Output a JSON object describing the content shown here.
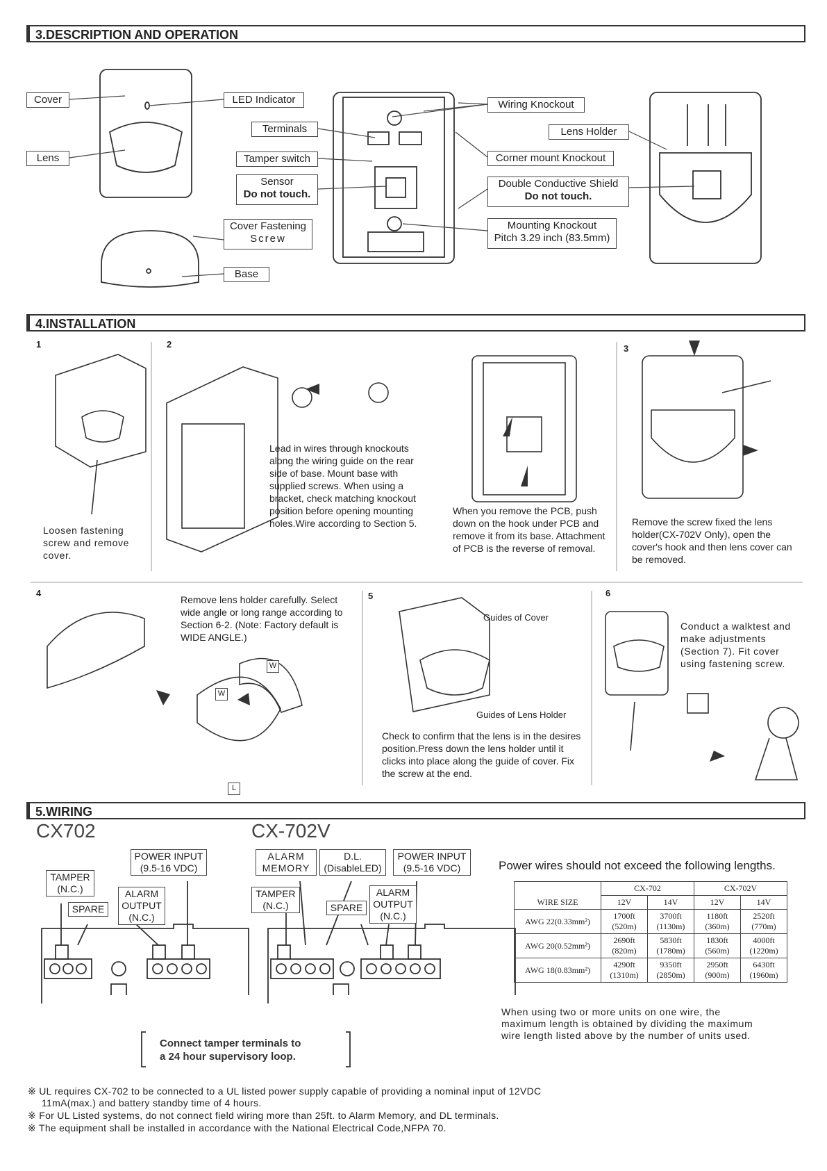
{
  "section3": {
    "title": "3.DESCRIPTION AND OPERATION",
    "labels": {
      "cover": "Cover",
      "lens": "Lens",
      "led": "LED Indicator",
      "terminals": "Terminals",
      "tamper": "Tamper switch",
      "sensor1": "Sensor",
      "sensor2": "Do not touch.",
      "fastening1": "Cover Fastening",
      "fastening2": "Screw",
      "base": "Base",
      "wiring_knockout": "Wiring Knockout",
      "lens_holder": "Lens Holder",
      "corner": "Corner mount Knockout",
      "shield1": "Double Conductive Shield",
      "shield2": "Do not touch.",
      "mount1": "Mounting Knockout",
      "mount2": "Pitch 3.29 inch (83.5mm)"
    }
  },
  "section4": {
    "title": "4.INSTALLATION",
    "steps": {
      "n1": "1",
      "n2": "2",
      "n3": "3",
      "n4": "4",
      "n5": "5",
      "n6": "6",
      "s1": "Loosen fastening screw and remove cover.",
      "s2": "Lead in wires through knockouts along the wiring guide on the rear side of base. Mount base with supplied screws. When using a bracket, check matching knockout position before opening mounting holes.Wire according to Section 5.",
      "s2b": "When you remove the PCB, push down on the hook under PCB and remove it from its base. Attachment of PCB is the reverse of removal.",
      "s3": "Remove the screw fixed the lens holder(CX-702V Only), open the cover's hook and then lens cover can be removed.",
      "s4": "Remove lens holder carefully. Select wide angle or long range according to Section 6-2. (Note: Factory default is WIDE ANGLE.)",
      "s5_guides_cover": "Guides of Cover",
      "s5_guides_lens": "Guides of Lens Holder",
      "s5": "Check to confirm that the lens is in the desires position.Press down the lens holder until it clicks into place along the guide of cover. Fix the screw at the end.",
      "s6": "Conduct a walktest and make adjustments (Section 7). Fit cover using fastening screw.",
      "w": "W",
      "l": "L"
    }
  },
  "section5": {
    "title": "5.WIRING",
    "model_a": "CX702",
    "model_b": "CX-702V",
    "a_power1": "POWER INPUT",
    "a_power2": "(9.5-16 VDC)",
    "a_tamper1": "TAMPER",
    "a_tamper2": "(N.C.)",
    "a_spare": "SPARE",
    "a_alarm1": "ALARM",
    "a_alarm2": "OUTPUT",
    "a_alarm3": "(N.C.)",
    "b_alarm_mem1": "ALARM",
    "b_alarm_mem2": "MEMORY",
    "b_dl1": "D.L.",
    "b_dl2": "(DisableLED)",
    "b_power1": "POWER INPUT",
    "b_power2": "(9.5-16 VDC)",
    "b_tamper1": "TAMPER",
    "b_tamper2": "(N.C.)",
    "b_spare": "SPARE",
    "b_alarm1": "ALARM",
    "b_alarm2": "OUTPUT",
    "b_alarm3": "(N.C.)",
    "tamper_note1": "Connect tamper terminals to",
    "tamper_note2": "a 24 hour supervisory loop.",
    "power_note": "Power wires should not exceed the following lengths.",
    "table": {
      "col_a": "CX-702",
      "col_b": "CX-702V",
      "wire_size": "WIRE SIZE",
      "v12": "12V",
      "v14": "14V",
      "rows": [
        {
          "size": "AWG 22(0.33mm²)",
          "a12": "1700ft",
          "a12m": "(520m)",
          "a14": "3700ft",
          "a14m": "(1130m)",
          "b12": "1180ft",
          "b12m": "(360m)",
          "b14": "2520ft",
          "b14m": "(770m)"
        },
        {
          "size": "AWG 20(0.52mm²)",
          "a12": "2690ft",
          "a12m": "(820m)",
          "a14": "5830ft",
          "a14m": "(1780m)",
          "b12": "1830ft",
          "b12m": "(560m)",
          "b14": "4000ft",
          "b14m": "(1220m)"
        },
        {
          "size": "AWG 18(0.83mm²)",
          "a12": "4290ft",
          "a12m": "(1310m)",
          "a14": "9350ft",
          "a14m": "(2850m)",
          "b12": "2950ft",
          "b12m": "(900m)",
          "b14": "6430ft",
          "b14m": "(1960m)"
        }
      ]
    },
    "multi_note1": "When using two or more units on one wire, the",
    "multi_note2": "maximum length is obtained by dividing the maximum",
    "multi_note3": "wire length listed above by the number of units used."
  },
  "footer": {
    "n1a": "※ UL requires CX-702 to be connected to a UL listed power supply capable of providing a nominal input of 12VDC",
    "n1b": "11mA(max.) and battery standby time of 4 hours.",
    "n2": "※ For UL Listed systems, do not connect field wiring more than 25ft. to Alarm Memory, and DL terminals.",
    "n3": "※ The equipment shall be installed in accordance with the National Electrical Code,NFPA 70."
  }
}
